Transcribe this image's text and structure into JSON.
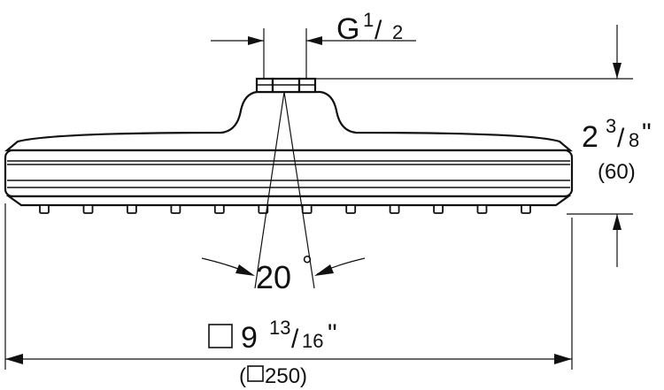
{
  "drawing": {
    "thread": {
      "prefix": "G",
      "numerator": "1",
      "slash": "/",
      "denominator": "2"
    },
    "height": {
      "whole": "2",
      "numerator": "3",
      "slash": "/",
      "denominator": "8",
      "unit": "\"",
      "metric": "(60)"
    },
    "angle": {
      "value": "20",
      "unit": "°"
    },
    "width": {
      "square_symbol": "square-symbol",
      "whole": "9",
      "numerator": "13",
      "slash": "/",
      "denominator": "16",
      "unit": "\"",
      "metric_open": "(",
      "metric_value": "250)"
    },
    "nozzle_count": 12
  }
}
